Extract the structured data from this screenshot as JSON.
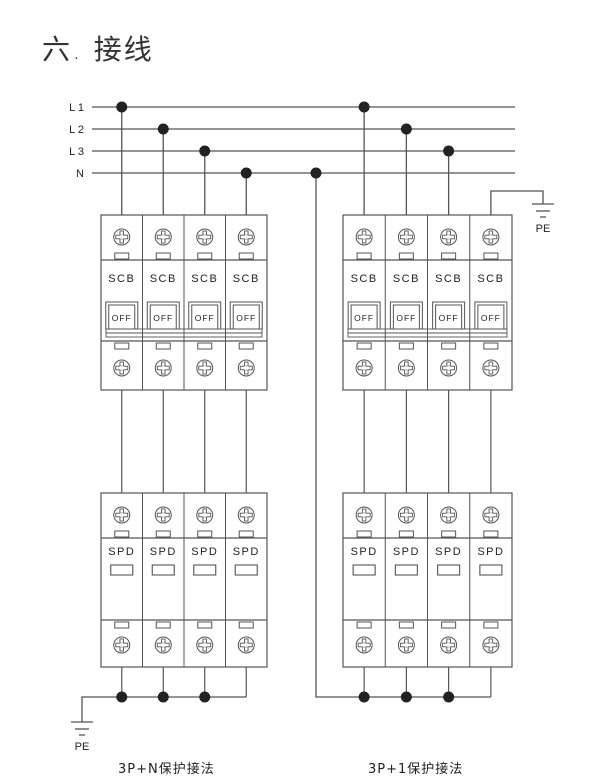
{
  "title": "六. 接线",
  "bus_lines": [
    {
      "id": "L1",
      "label": "L1"
    },
    {
      "id": "L2",
      "label": "L2"
    },
    {
      "id": "L3",
      "label": "L3"
    },
    {
      "id": "N",
      "label": "N"
    }
  ],
  "ground_label": "PE",
  "left_scheme": {
    "caption": "3P+N保护接法",
    "connections": [
      "L1",
      "L2",
      "L3",
      "N"
    ],
    "scb_modules": [
      {
        "label": "SCB",
        "switch": "OFF"
      },
      {
        "label": "SCB",
        "switch": "OFF"
      },
      {
        "label": "SCB",
        "switch": "OFF"
      },
      {
        "label": "SCB",
        "switch": "OFF"
      }
    ],
    "spd_modules": [
      {
        "label": "SPD"
      },
      {
        "label": "SPD"
      },
      {
        "label": "SPD"
      },
      {
        "label": "SPD"
      }
    ],
    "bottom_ground": "PE"
  },
  "right_scheme": {
    "caption": "3P+1保护接法",
    "connections": [
      "L1",
      "L2",
      "L3",
      "PE"
    ],
    "scb_modules": [
      {
        "label": "SCB",
        "switch": "OFF"
      },
      {
        "label": "SCB",
        "switch": "OFF"
      },
      {
        "label": "SCB",
        "switch": "OFF"
      },
      {
        "label": "SCB",
        "switch": "OFF"
      }
    ],
    "spd_modules": [
      {
        "label": "SPD"
      },
      {
        "label": "SPD"
      },
      {
        "label": "SPD"
      },
      {
        "label": "SPD"
      }
    ],
    "bottom_bus_to": "N"
  }
}
